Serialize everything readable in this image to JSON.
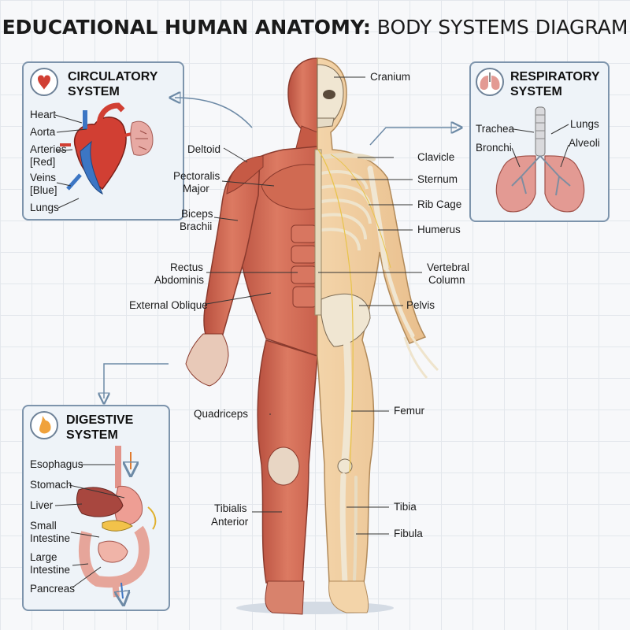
{
  "title": {
    "bold": "EDUCATIONAL HUMAN ANATOMY:",
    "light": "BODY SYSTEMS DIAGRAM"
  },
  "circulatory": {
    "title_line1": "CIRCULATORY",
    "title_line2": "SYSTEM",
    "labels": {
      "heart": "Heart",
      "aorta": "Aorta",
      "arteries": "Arteries",
      "arteries_note": "[Red]",
      "veins": "Veins",
      "veins_note": "[Blue]",
      "lungs": "Lungs"
    },
    "colors": {
      "arteries": "#d63a30",
      "veins": "#2f6fc0"
    }
  },
  "respiratory": {
    "title_line1": "RESPIRATORY",
    "title_line2": "SYSTEM",
    "labels": {
      "trachea": "Trachea",
      "bronchi": "Bronchi",
      "lungs": "Lungs",
      "alveoli": "Alveoli"
    }
  },
  "digestive": {
    "title_line1": "DIGESTIVE",
    "title_line2": "SYSTEM",
    "labels": {
      "esophagus": "Esophagus",
      "stomach": "Stomach",
      "liver": "Liver",
      "small_intestine_1": "Small",
      "small_intestine_2": "Intestine",
      "large_intestine_1": "Large",
      "large_intestine_2": "Intestine",
      "pancreas": "Pancreas"
    }
  },
  "muscles": {
    "deltoid": "Deltoid",
    "pectoralis_1": "Pectoralis",
    "pectoralis_2": "Major",
    "biceps_1": "Biceps",
    "biceps_2": "Brachii",
    "rectus_1": "Rectus",
    "rectus_2": "Abdominis",
    "external_oblique": "External Oblique",
    "quadriceps": "Quadriceps",
    "tibialis_1": "Tibialis",
    "tibialis_2": "Anterior"
  },
  "skeleton": {
    "cranium": "Cranium",
    "clavicle": "Clavicle",
    "sternum": "Sternum",
    "rib_cage": "Rib Cage",
    "humerus": "Humerus",
    "vertebral_1": "Vertebral",
    "vertebral_2": "Column",
    "pelvis": "Pelvis",
    "femur": "Femur",
    "tibia": "Tibia",
    "fibula": "Fibula"
  }
}
